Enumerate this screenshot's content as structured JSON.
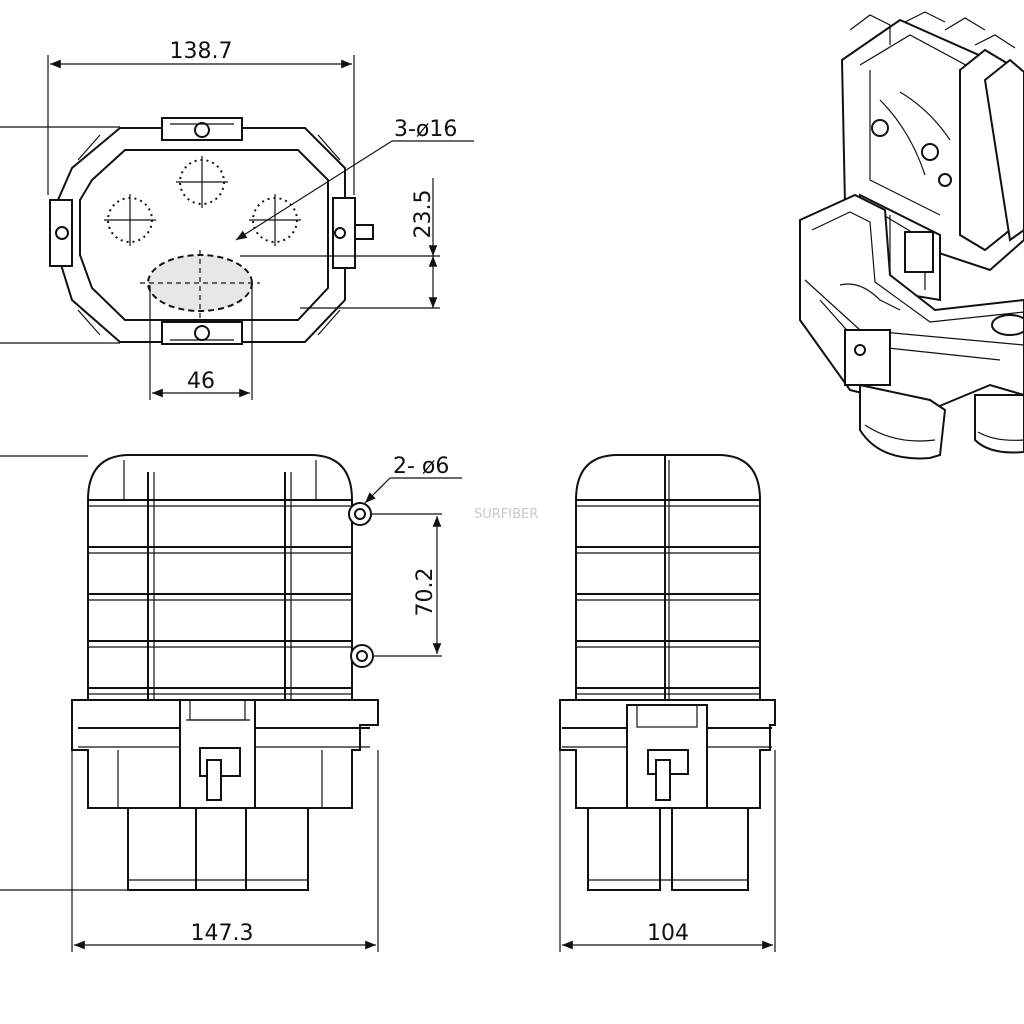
{
  "dimensions": {
    "top_width": "138.7",
    "holes_large": "3-ø16",
    "vertical_offset": "23.5",
    "oval_width": "46",
    "holes_small": "2- ø6",
    "hole_spacing": "70.2",
    "front_width": "147.3",
    "side_width": "104"
  },
  "watermark": "SURFIBER"
}
